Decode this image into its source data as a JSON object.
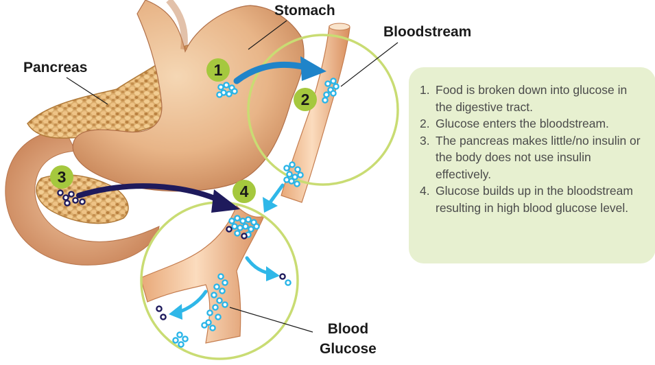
{
  "labels": {
    "stomach": "Stomach",
    "bloodstream": "Bloodstream",
    "pancreas": "Pancreas",
    "blood_glucose_line1": "Blood",
    "blood_glucose_line2": "Glucose"
  },
  "badges": [
    "1",
    "2",
    "3",
    "4"
  ],
  "steps": [
    {
      "num": "1.",
      "text": "Food is broken down into glucose in the digestive tract."
    },
    {
      "num": "2.",
      "text": "Glucose enters the bloodstream."
    },
    {
      "num": "3.",
      "text": "The pancreas makes little/no insulin or the body does not use insulin effectively."
    },
    {
      "num": "4.",
      "text": "Glucose builds up in the bloodstream resulting in high blood glucose level."
    }
  ],
  "colors": {
    "badge": "#a5c83e",
    "circle_outline": "#c9dc73",
    "panel": "#e7f0d0",
    "glucose": "#29b5e8",
    "insulin": "#1e1a5c",
    "arrow_blue": "#1f84c9",
    "arrow_navy": "#1e1a5c",
    "arrow_light": "#2fb7e8"
  }
}
